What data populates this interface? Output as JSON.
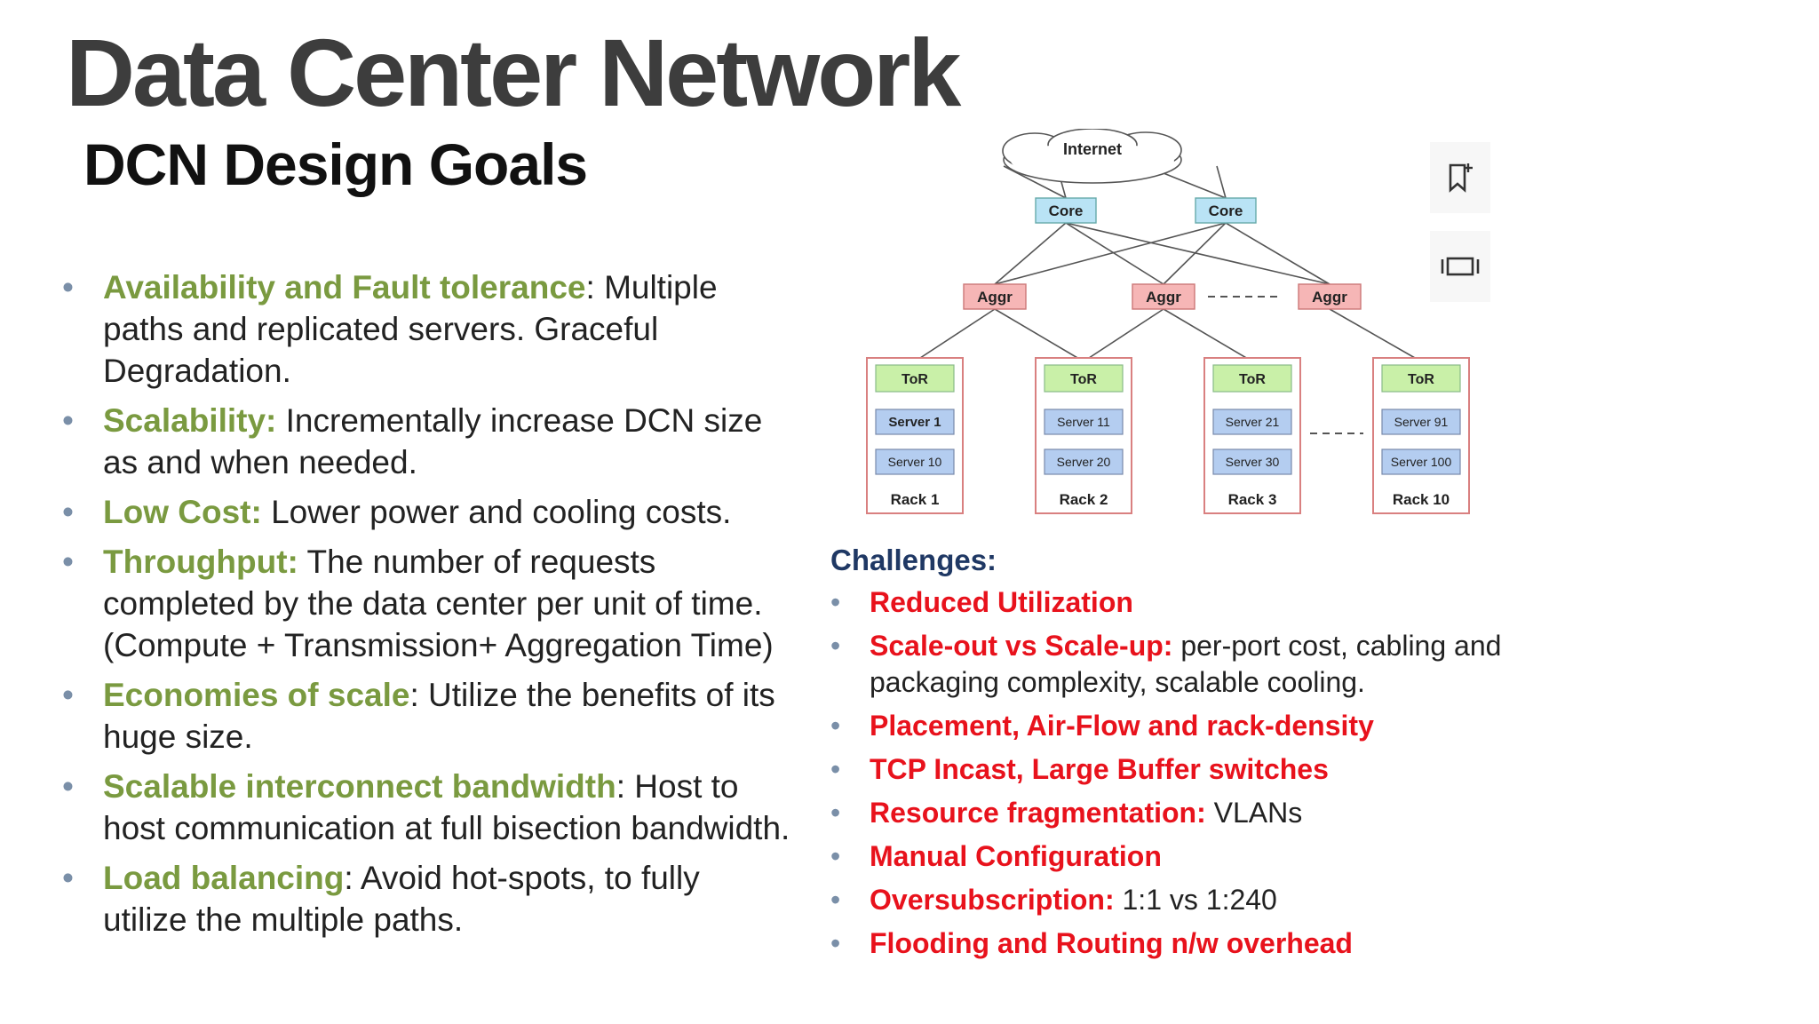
{
  "slide": {
    "title": "Data Center Network",
    "subtitle": "DCN Design Goals"
  },
  "goals": [
    {
      "term": "Availability and Fault tolerance",
      "sep": ": ",
      "text": "Multiple paths and replicated servers. Graceful Degradation."
    },
    {
      "term": "Scalability:",
      "sep": " ",
      "text": "Incrementally increase DCN size as and when needed."
    },
    {
      "term": "Low Cost:",
      "sep": " ",
      "text": "Lower power and cooling costs."
    },
    {
      "term": "Throughput:",
      "sep": " ",
      "text": "The number of requests completed by the data center per unit of time. (Compute + Transmission+ Aggregation Time)"
    },
    {
      "term": "Economies of scale",
      "sep": ": ",
      "text": "Utilize the benefits of its huge size."
    },
    {
      "term": "Scalable interconnect bandwidth",
      "sep": ": ",
      "text": "Host to host communication at full bisection bandwidth."
    },
    {
      "term": "Load balancing",
      "sep": ": ",
      "text": "Avoid hot-spots, to fully utilize the multiple paths."
    }
  ],
  "diagram": {
    "internet": "Internet",
    "core": [
      "Core",
      "Core"
    ],
    "aggr": [
      "Aggr",
      "Aggr",
      "Aggr"
    ],
    "racks": [
      {
        "tor": "ToR",
        "server_a": "Server 1",
        "server_b": "Server 10",
        "label": "Rack 1"
      },
      {
        "tor": "ToR",
        "server_a": "Server 11",
        "server_b": "Server 20",
        "label": "Rack 2"
      },
      {
        "tor": "ToR",
        "server_a": "Server 21",
        "server_b": "Server 30",
        "label": "Rack 3"
      },
      {
        "tor": "ToR",
        "server_a": "Server 91",
        "server_b": "Server 100",
        "label": "Rack 10"
      }
    ]
  },
  "challenges": {
    "heading": "Challenges:",
    "items": [
      {
        "term": "Reduced Utilization",
        "text": ""
      },
      {
        "term": "Scale-out vs Scale-up:",
        "text": " per-port cost, cabling and packaging complexity, scalable cooling."
      },
      {
        "term": "Placement, Air-Flow and rack-density",
        "text": ""
      },
      {
        "term": "TCP Incast, Large Buffer switches",
        "text": ""
      },
      {
        "term": "Resource fragmentation:",
        "text": " VLANs"
      },
      {
        "term": "Manual Configuration",
        "text": ""
      },
      {
        "term": "Oversubscription:",
        "text": " 1:1 vs 1:240"
      },
      {
        "term": "Flooding and Routing n/w overhead",
        "text": ""
      }
    ]
  },
  "bullet_char": "•",
  "side_panel": {
    "icons": [
      "bookmark-add-icon",
      "carousel-icon"
    ]
  },
  "colors": {
    "title": "#3d3d3d",
    "goal_term": "#7a9a40",
    "challenge_term": "#e8121c",
    "challenge_heading": "#1f3864",
    "bullet": "#7a8fa8",
    "core_fill": "#b9e3f5",
    "aggr_fill": "#f6b6b6",
    "tor_fill": "#c9f0a8",
    "server_fill": "#b4cdf0",
    "rack_border": "#d98080"
  }
}
